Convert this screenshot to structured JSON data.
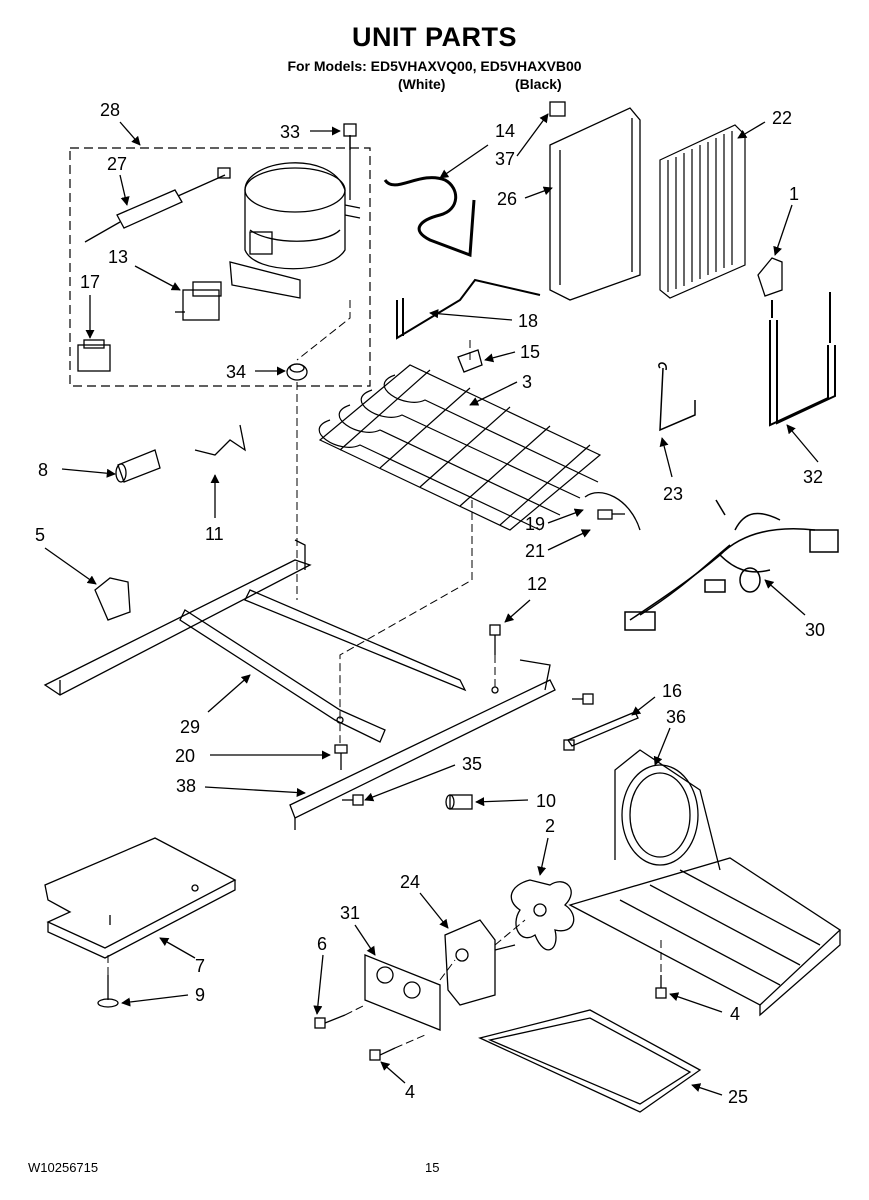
{
  "header": {
    "title": "UNIT PARTS",
    "models": "For Models: ED5VHAXVQ00, ED5VHAXVB00",
    "variant_1": "(White)",
    "variant_2": "(Black)"
  },
  "footer": {
    "doc_number": "W10256715",
    "page_number": "15"
  },
  "callouts": [
    "28",
    "27",
    "13",
    "17",
    "33",
    "34",
    "14",
    "37",
    "26",
    "22",
    "1",
    "18",
    "15",
    "3",
    "32",
    "23",
    "8",
    "11",
    "5",
    "19",
    "21",
    "12",
    "30",
    "29",
    "20",
    "16",
    "36",
    "35",
    "38",
    "10",
    "2",
    "24",
    "31",
    "6",
    "7",
    "9",
    "4",
    "4",
    "25"
  ]
}
